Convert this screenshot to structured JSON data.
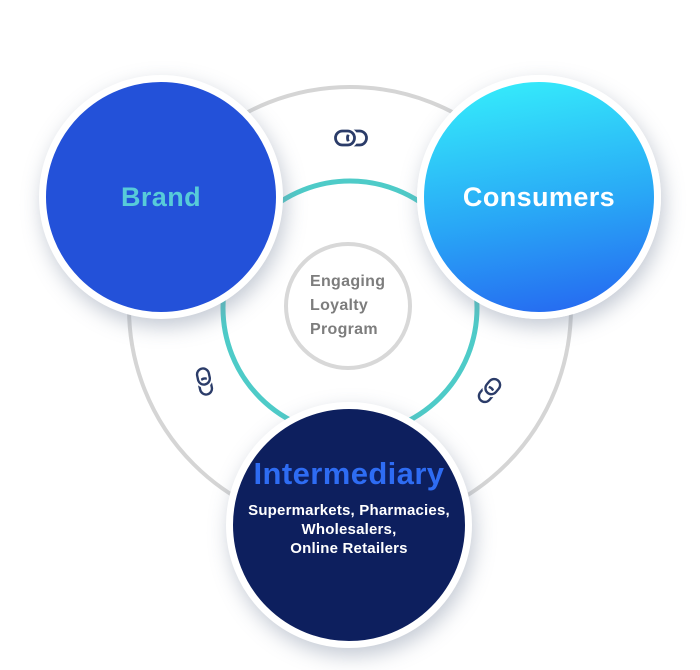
{
  "diagram": {
    "title": "Engaging Loyalty Program ecosystem diagram",
    "center_circle": {
      "lines": [
        "Engaging",
        "Loyalty",
        "Program"
      ]
    },
    "nodes": {
      "brand": {
        "label": "Brand"
      },
      "consumers": {
        "label": "Consumers"
      },
      "intermediary": {
        "label": "Intermediary",
        "sublines": [
          "Supermarkets, Pharmacies,",
          "Wholesalers,",
          "Online Retailers"
        ]
      }
    },
    "icons": {
      "top": "link-icon",
      "left": "link-icon",
      "right": "link-icon"
    },
    "colors": {
      "background": "#ffffff",
      "brand_fill": "#2351d9",
      "brand_label": "#57cbd9",
      "consumers_gradient_start": "#36f1fb",
      "consumers_gradient_end": "#2563f0",
      "consumers_label": "#ffffff",
      "intermediary_fill": "#0d1f5e",
      "intermediary_label": "#2e6cf3",
      "intermediary_sublabel": "#ffffff",
      "outer_ring": "#d5d5d5",
      "inner_ring_teal": "#4ecbc8",
      "center_ring": "#d8d8d8",
      "center_text": "#7d7d7d",
      "link_icon": "#2b3c69"
    }
  }
}
